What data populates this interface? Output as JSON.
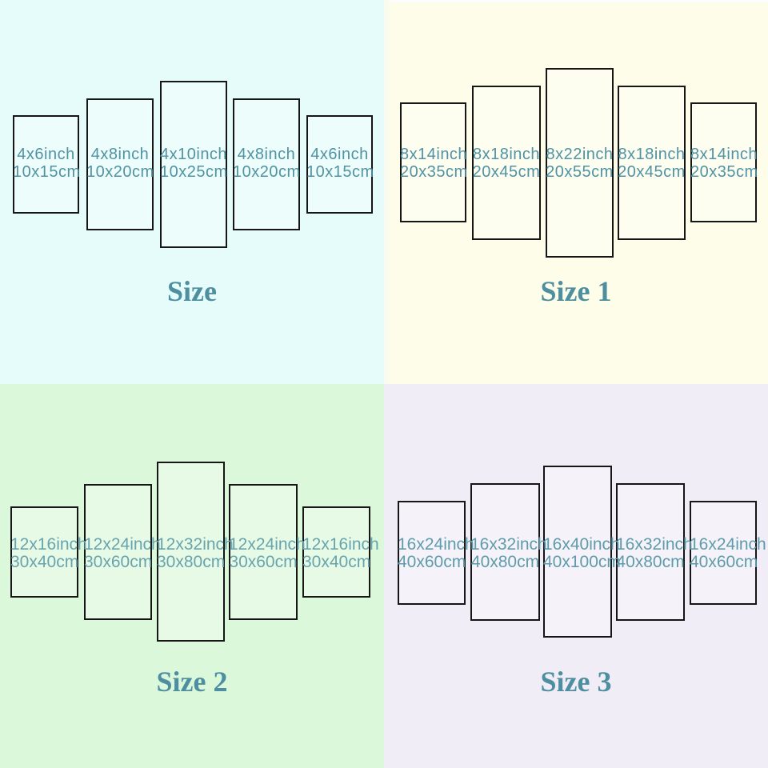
{
  "page": {
    "description_title_color": "#4d8fa0",
    "panel_border_color": "#161616"
  },
  "quadrants": [
    {
      "title": "Size",
      "bg": "#e5fcfa",
      "label_color": "#4f93a4",
      "panels": [
        {
          "inch": "4x6inch",
          "cm": "10x15cm"
        },
        {
          "inch": "4x8inch",
          "cm": "10x20cm"
        },
        {
          "inch": "4x10inch",
          "cm": "10x25cm"
        },
        {
          "inch": "4x8inch",
          "cm": "10x20cm"
        },
        {
          "inch": "4x6inch",
          "cm": "10x15cm"
        }
      ]
    },
    {
      "title": "Size 1",
      "bg": "#fdfde9",
      "label_color": "#4f93a4",
      "panels": [
        {
          "inch": "8x14inch",
          "cm": "20x35cm"
        },
        {
          "inch": "8x18inch",
          "cm": "20x45cm"
        },
        {
          "inch": "8x22inch",
          "cm": "20x55cm"
        },
        {
          "inch": "8x18inch",
          "cm": "20x45cm"
        },
        {
          "inch": "8x14inch",
          "cm": "20x35cm"
        }
      ]
    },
    {
      "title": "Size 2",
      "bg": "#dcf8da",
      "label_color": "#68a4ae",
      "panels": [
        {
          "inch": "12x16inch",
          "cm": "30x40cm"
        },
        {
          "inch": "12x24inch",
          "cm": "30x60cm"
        },
        {
          "inch": "12x32inch",
          "cm": "30x80cm"
        },
        {
          "inch": "12x24inch",
          "cm": "30x60cm"
        },
        {
          "inch": "12x16inch",
          "cm": "30x40cm"
        }
      ]
    },
    {
      "title": "Size 3",
      "bg": "#f1edf7",
      "label_color": "#5e9bab",
      "panels": [
        {
          "inch": "16x24inch",
          "cm": "40x60cm"
        },
        {
          "inch": "16x32inch",
          "cm": "40x80cm"
        },
        {
          "inch": "16x40inch",
          "cm": "40x100cm"
        },
        {
          "inch": "16x32inch",
          "cm": "40x80cm"
        },
        {
          "inch": "16x24inch",
          "cm": "40x60cm"
        }
      ]
    }
  ]
}
